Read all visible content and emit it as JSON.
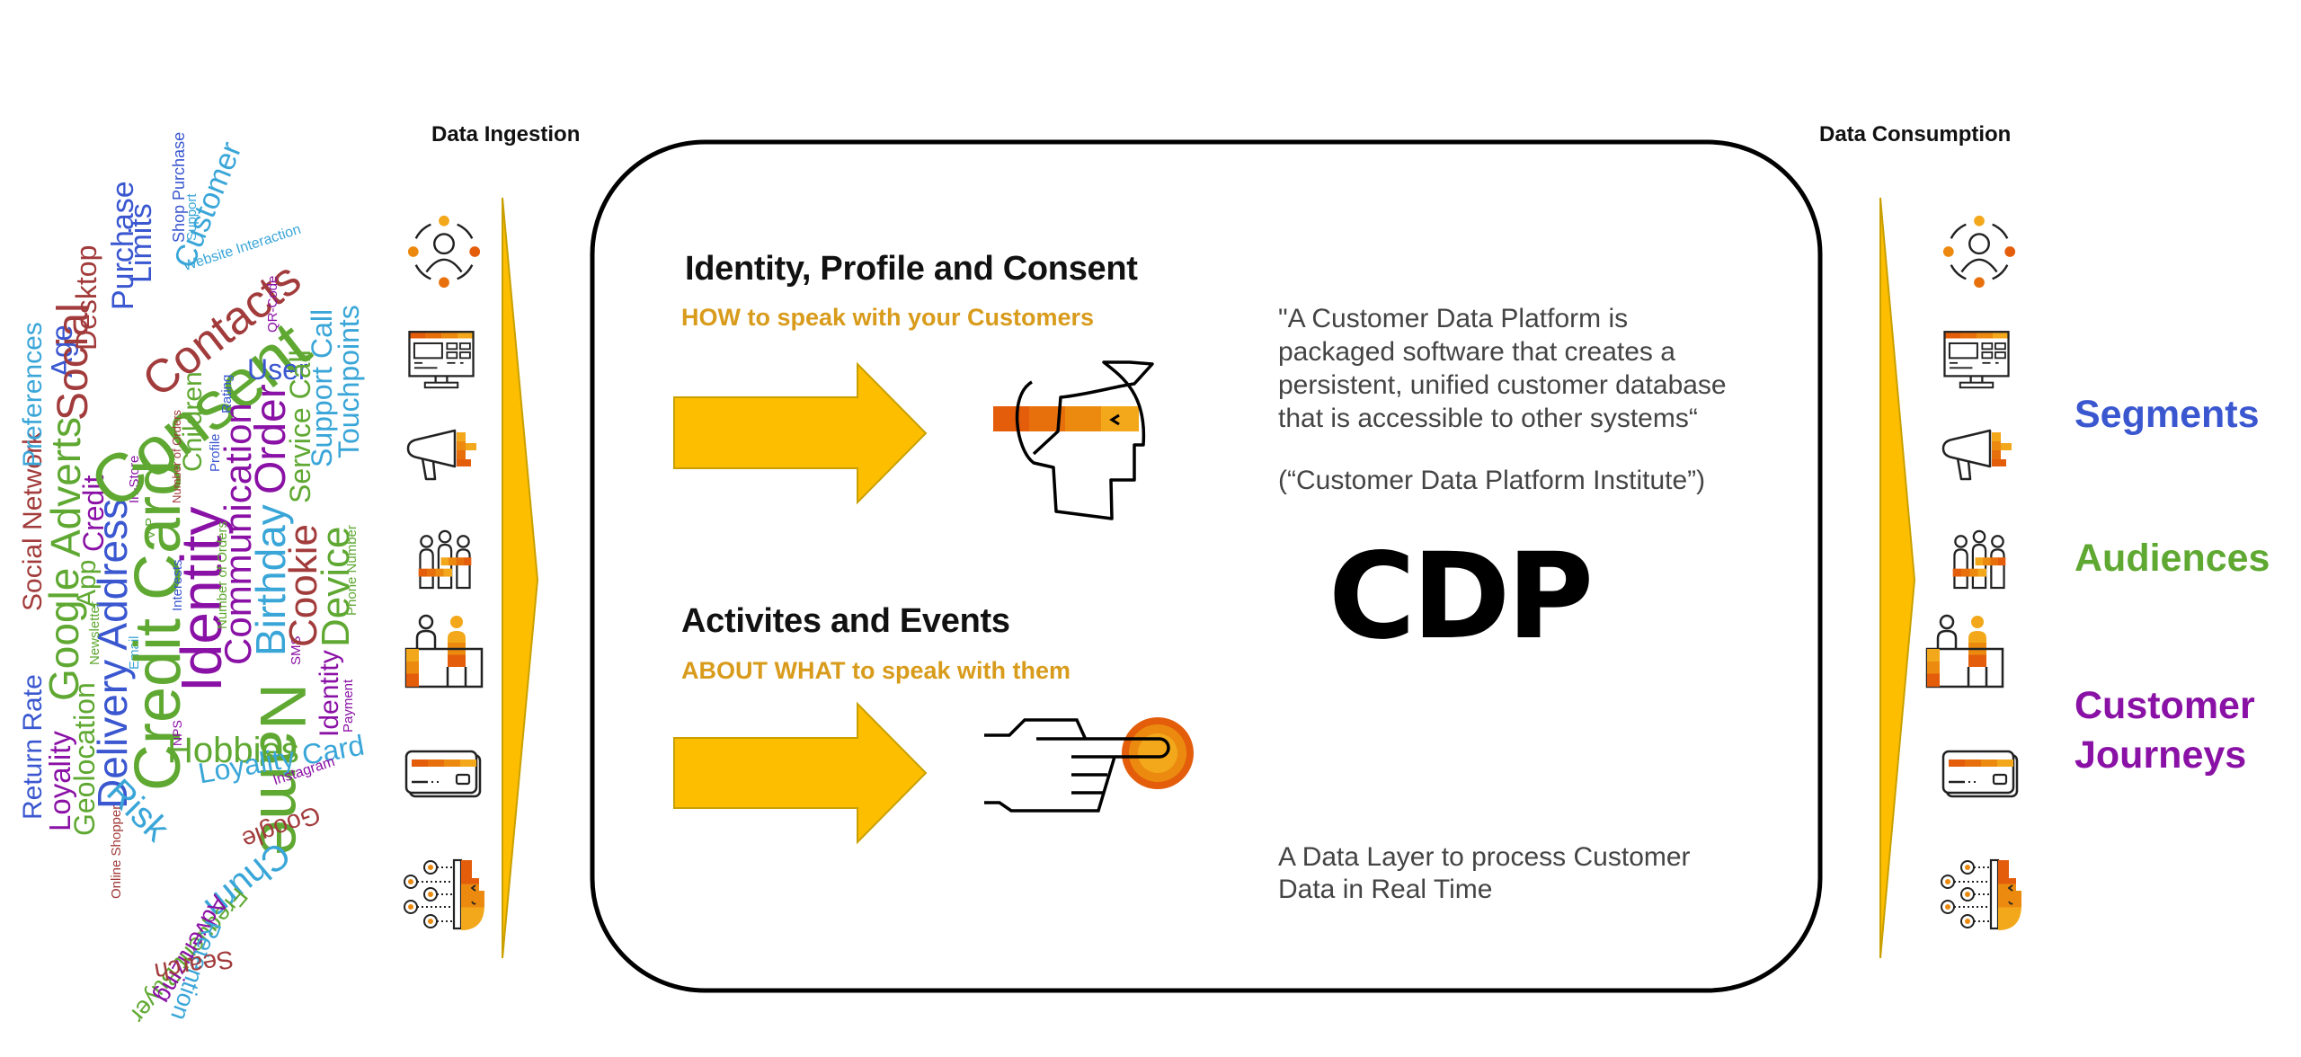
{
  "colors": {
    "accent_yellow": "#FDBE00",
    "accent_orange": "#E8830C",
    "accent_dark_orange": "#E35D0B",
    "subtitle_gold": "#D89B1B",
    "segments_blue": "#3A57D0",
    "audiences_green": "#5FA832",
    "journeys_purple": "#8A11A5"
  },
  "ingestion": {
    "title": "Data Ingestion",
    "icons": [
      "people-network-icon",
      "monitor-dashboard-icon",
      "megaphone-icon",
      "group-people-icon",
      "service-desk-icon",
      "credit-card-icon",
      "customer-touchpoints-head-icon"
    ]
  },
  "consumption": {
    "title": "Data Consumption",
    "icons": [
      "people-network-icon",
      "monitor-dashboard-icon",
      "megaphone-icon",
      "group-people-icon",
      "service-desk-icon",
      "credit-card-icon",
      "customer-touchpoints-head-icon"
    ],
    "outputs": [
      {
        "label": "Segments",
        "color": "#3A57D0"
      },
      {
        "label": "Audiences",
        "color": "#5FA832"
      },
      {
        "label_line1": "Customer",
        "label_line2": "Journeys",
        "color": "#8A11A5"
      }
    ]
  },
  "cdp": {
    "label": "CDP",
    "section1": {
      "title": "Identity, Profile and Consent",
      "subtitle": "HOW to speak with your Customers",
      "icon": "head-profile-icon"
    },
    "section2": {
      "title": "Activites and Events",
      "subtitle": "ABOUT WHAT to speak with them",
      "icon": "hand-pressing-button-icon"
    },
    "quote_lines": [
      "\"A Customer Data Platform is",
      "packaged software that creates a",
      "persistent, unified customer database",
      "that is accessible to other systems“"
    ],
    "quote_source": "(“Customer Data Platform Institute”)",
    "footer_lines": [
      "A Data Layer to process Customer",
      "Data in Real Time"
    ]
  },
  "word_cloud": [
    {
      "t": "Return Rate",
      "c": "#3A57D0"
    },
    {
      "t": "Social Network",
      "c": "#A23B3B"
    },
    {
      "t": "Preferences",
      "c": "#3AA6D8"
    },
    {
      "t": "Loyality",
      "c": "#8A11A5"
    },
    {
      "t": "Google",
      "c": "#5FA832"
    },
    {
      "t": "Adverts",
      "c": "#5FA832"
    },
    {
      "t": "Age",
      "c": "#3A57D0"
    },
    {
      "t": "Social",
      "c": "#A23B3B"
    },
    {
      "t": "Desktop",
      "c": "#A23B3B"
    },
    {
      "t": "Geolocation",
      "c": "#5FA832"
    },
    {
      "t": "App",
      "c": "#5FA832"
    },
    {
      "t": "Credit",
      "c": "#8A11A5"
    },
    {
      "t": "Delivery Address",
      "c": "#3A57D0"
    },
    {
      "t": "Purchase",
      "c": "#3A57D0"
    },
    {
      "t": "Limits",
      "c": "#3A57D0"
    },
    {
      "t": "Newsletter",
      "c": "#5FA832"
    },
    {
      "t": "Email",
      "c": "#3AA6D8"
    },
    {
      "t": "In-Store",
      "c": "#8A11A5"
    },
    {
      "t": "VIP",
      "c": "#5FA832"
    },
    {
      "t": "Credit Card",
      "c": "#5FA832"
    },
    {
      "t": "Consent",
      "c": "#5FA832"
    },
    {
      "t": "Contacts",
      "c": "#A23B3B"
    },
    {
      "t": "Customer",
      "c": "#3AA6D8"
    },
    {
      "t": "Shop Purchase",
      "c": "#3A57D0"
    },
    {
      "t": "Support",
      "c": "#3AA6D8"
    },
    {
      "t": "Website Interaction",
      "c": "#3AA6D8"
    },
    {
      "t": "Name",
      "c": "#5FA832"
    },
    {
      "t": "NPS",
      "c": "#8A11A5"
    },
    {
      "t": "Interests",
      "c": "#3A57D0"
    },
    {
      "t": "Number of Orders",
      "c": "#A23B3B"
    },
    {
      "t": "Identity",
      "c": "#8A11A5"
    },
    {
      "t": "Children",
      "c": "#5FA832"
    },
    {
      "t": "Number of Orders",
      "c": "#5FA832"
    },
    {
      "t": "Profile",
      "c": "#3A57D0"
    },
    {
      "t": "Rating",
      "c": "#3A57D0"
    },
    {
      "t": "Communication",
      "c": "#8A11A5"
    },
    {
      "t": "Birthday",
      "c": "#3AA6D8"
    },
    {
      "t": "Order",
      "c": "#8A11A5"
    },
    {
      "t": "User",
      "c": "#3A57D0"
    },
    {
      "t": "QR-Code",
      "c": "#8A11A5"
    },
    {
      "t": "SMS",
      "c": "#8A11A5"
    },
    {
      "t": "Cookie",
      "c": "#A23B3B"
    },
    {
      "t": "Service Call",
      "c": "#5FA832"
    },
    {
      "t": "Identity",
      "c": "#8A11A5"
    },
    {
      "t": "Device",
      "c": "#5FA832"
    },
    {
      "t": "Support Call",
      "c": "#3AA6D8"
    },
    {
      "t": "Payment",
      "c": "#8A11A5"
    },
    {
      "t": "Phone Number",
      "c": "#5FA832"
    },
    {
      "t": "Touchpoints",
      "c": "#3AA6D8"
    },
    {
      "t": "Hobbies",
      "c": "#5FA832"
    },
    {
      "t": "Risk",
      "c": "#3AA6D8"
    },
    {
      "t": "Loyality Card",
      "c": "#3AA6D8"
    },
    {
      "t": "Instagram",
      "c": "#8A11A5"
    },
    {
      "t": "Google",
      "c": "#A23B3B"
    },
    {
      "t": "Churn",
      "c": "#3AA6D8"
    },
    {
      "t": "Frequent Buyer",
      "c": "#5FA832"
    },
    {
      "t": "Online Shopper",
      "c": "#A23B3B"
    },
    {
      "t": "Advertizing",
      "c": "#8A11A5"
    },
    {
      "t": "Retention",
      "c": "#3AA6D8"
    },
    {
      "t": "Search",
      "c": "#A23B3B"
    }
  ]
}
